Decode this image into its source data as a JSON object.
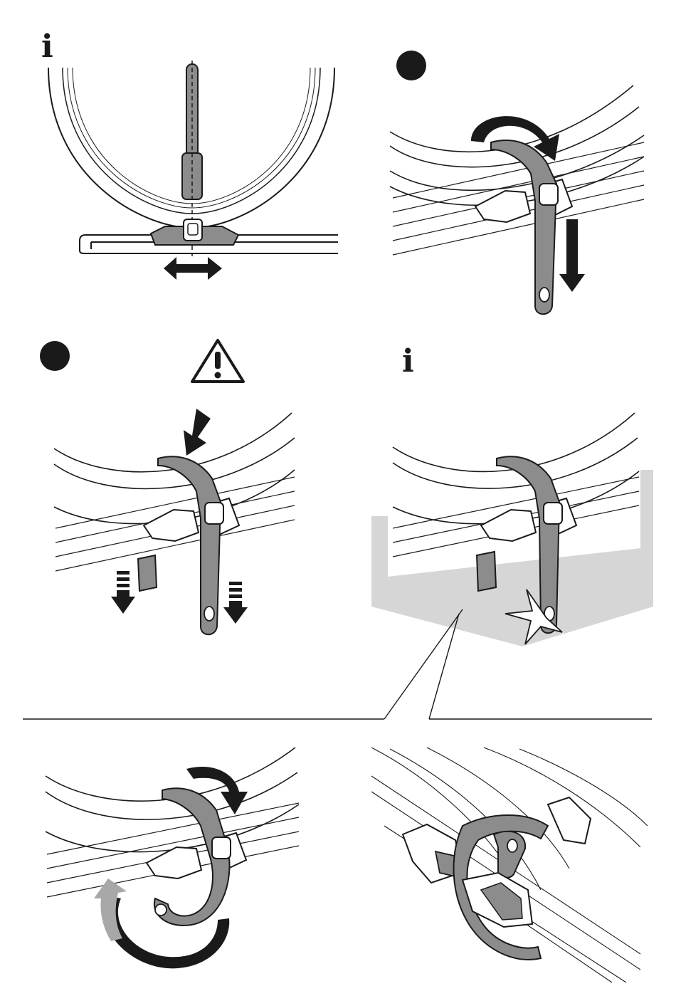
{
  "panels": [
    {
      "id": "panel-1",
      "marker": "i",
      "marker_type": "info"
    },
    {
      "id": "panel-2",
      "marker": "",
      "marker_type": "step-dot"
    },
    {
      "id": "panel-3",
      "marker": "",
      "marker_type": "step-dot",
      "warning": true
    },
    {
      "id": "panel-4",
      "marker": "i",
      "marker_type": "info"
    },
    {
      "id": "panel-5",
      "marker": "",
      "marker_type": "detail"
    },
    {
      "id": "panel-6",
      "marker": "",
      "marker_type": "detail"
    }
  ],
  "colors": {
    "ink": "#1a1a1a",
    "strap": "#8c8c8c",
    "strap_dark": "#6f6f6f",
    "highlight": "#d6d6d6",
    "arrow_light": "#a8a8a8",
    "paper": "#ffffff"
  }
}
